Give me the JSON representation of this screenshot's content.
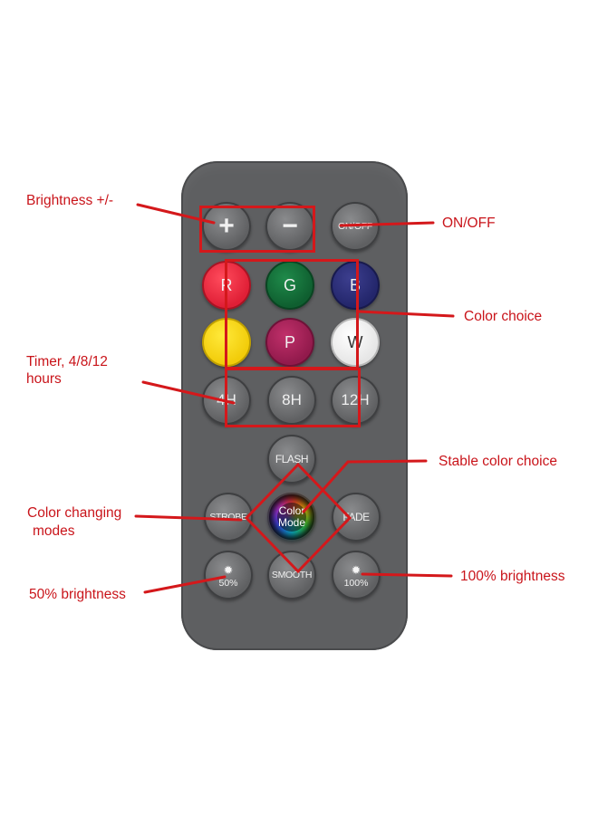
{
  "remote": {
    "buttons": {
      "plus": "+",
      "minus": "−",
      "onoff": "ON/OFF",
      "r": "R",
      "g": "G",
      "b": "B",
      "p": "P",
      "w": "W",
      "t4": "4H",
      "t8": "8H",
      "t12": "12H",
      "flash": "FLASH",
      "strobe": "STROBE",
      "fade": "FADE",
      "smooth": "SMOOTH",
      "color_mode_line1": "Color",
      "color_mode_line2": "Mode",
      "b50": "50%",
      "b100": "100%"
    },
    "colors": {
      "body": "#5e5f61",
      "annotation": "#d4181b",
      "red": "#e01f36",
      "green": "#0f5f30",
      "blue": "#23266b",
      "yellow": "#f2cc0a",
      "purple": "#921a4c",
      "white": "#ffffff"
    }
  },
  "callouts": {
    "brightness": "Brightness +/-",
    "onoff": "ON/OFF",
    "color_choice": "Color choice",
    "timer_line1": "Timer, 4/8/12",
    "timer_line2": "hours",
    "stable": "Stable color choice",
    "modes_line1": "Color changing",
    "modes_line2": "modes",
    "b50": "50% brightness",
    "b100": "100% brightness"
  }
}
